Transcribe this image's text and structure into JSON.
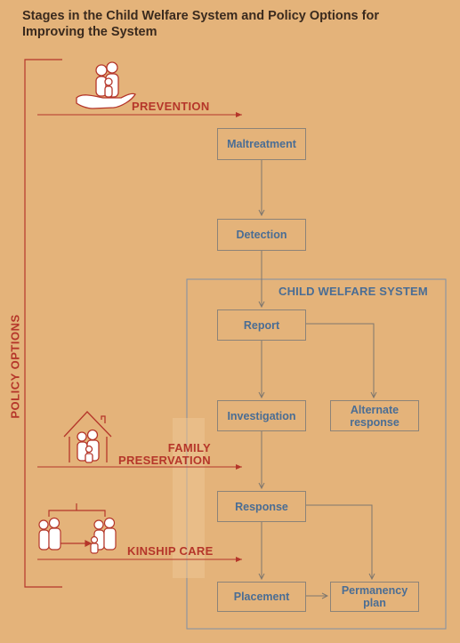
{
  "title": "Stages in the Child Welfare System and Policy Options for Improving the System",
  "side_label": "POLICY OPTIONS",
  "system_label": "CHILD WELFARE SYSTEM",
  "policies": {
    "prevention": "PREVENTION",
    "family_preservation": "FAMILY\nPRESERVATION",
    "kinship_care": "KINSHIP CARE"
  },
  "stages": {
    "maltreatment": "Maltreatment",
    "detection": "Detection",
    "report": "Report",
    "investigation": "Investigation",
    "alternate_response": "Alternate\nresponse",
    "response": "Response",
    "placement": "Placement",
    "permanency_plan": "Permanency\nplan"
  },
  "colors": {
    "background": "#E4B37A",
    "policy_red": "#B5362A",
    "system_blue": "#4A6D94",
    "box_border": "#8C8378",
    "icon_white": "#FFFFFF"
  },
  "icons": [
    "hand-family-icon",
    "house-family-icon",
    "kinship-family-icon"
  ]
}
